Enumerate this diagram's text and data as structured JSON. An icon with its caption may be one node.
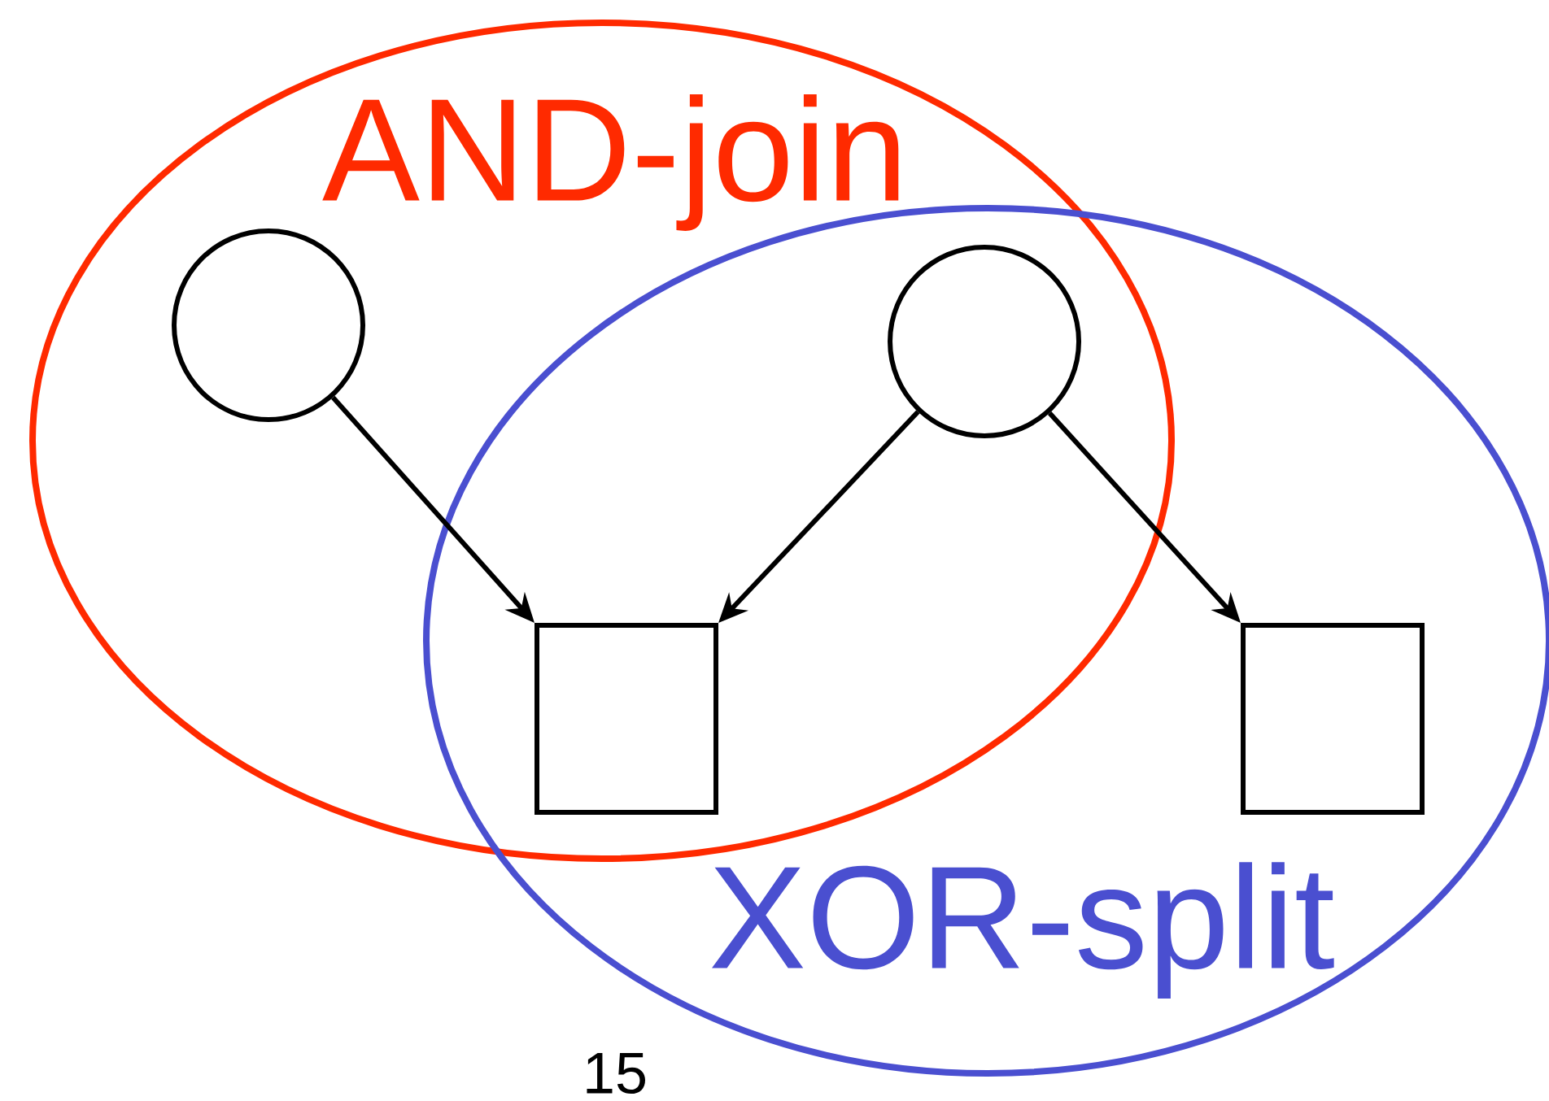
{
  "diagram": {
    "nodes": [
      {
        "text": [
          "AND-join"
        ]
      },
      {
        "text": [
          "XOR-split"
        ]
      },
      {
        "text": [],
        "shape": "circle",
        "in": 0
      },
      {
        "text": [],
        "shape": "circle"
      },
      {
        "text": [],
        "shape": "box"
      },
      {
        "text": [],
        "shape": "box",
        "in": 1
      }
    ],
    "edges": [
      {
        "from": 2,
        "to": 4,
        "arrow": "to"
      },
      {
        "from": 3,
        "to": 4,
        "arrow": "to"
      },
      {
        "from": 3,
        "to": 5,
        "arrow": "to"
      }
    ],
    "labels": [
      "15"
    ]
  }
}
